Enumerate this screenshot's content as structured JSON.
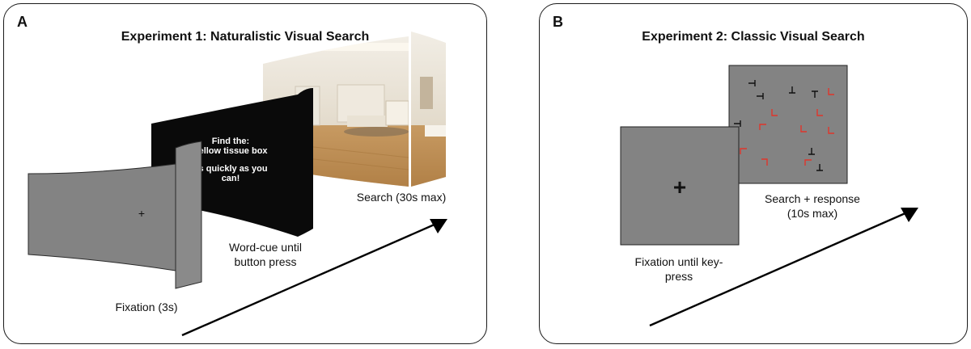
{
  "panel_a": {
    "letter": "A",
    "title": "Experiment 1: Naturalistic Visual Search",
    "cue": {
      "line1": "Find the:",
      "line2": "yellow tissue box",
      "line3": "as quickly as you",
      "line4": "can!"
    },
    "labels": {
      "fixation": "Fixation (3s)",
      "word_cue_line1": "Word-cue until",
      "word_cue_line2": "button press",
      "search": "Search (30s max)"
    },
    "fixation_symbol": "+"
  },
  "panel_b": {
    "letter": "B",
    "title": "Experiment 2: Classic Visual Search",
    "fixation_symbol": "+",
    "labels": {
      "fixation_line1": "Fixation until key-",
      "fixation_line2": "press",
      "search_line1": "Search + response",
      "search_line2": "(10s max)"
    }
  },
  "colors": {
    "screen_gray": "#838383",
    "cue_black": "#0a0a0a",
    "distractor_red": "#e0352b",
    "arrow": "#000000"
  }
}
